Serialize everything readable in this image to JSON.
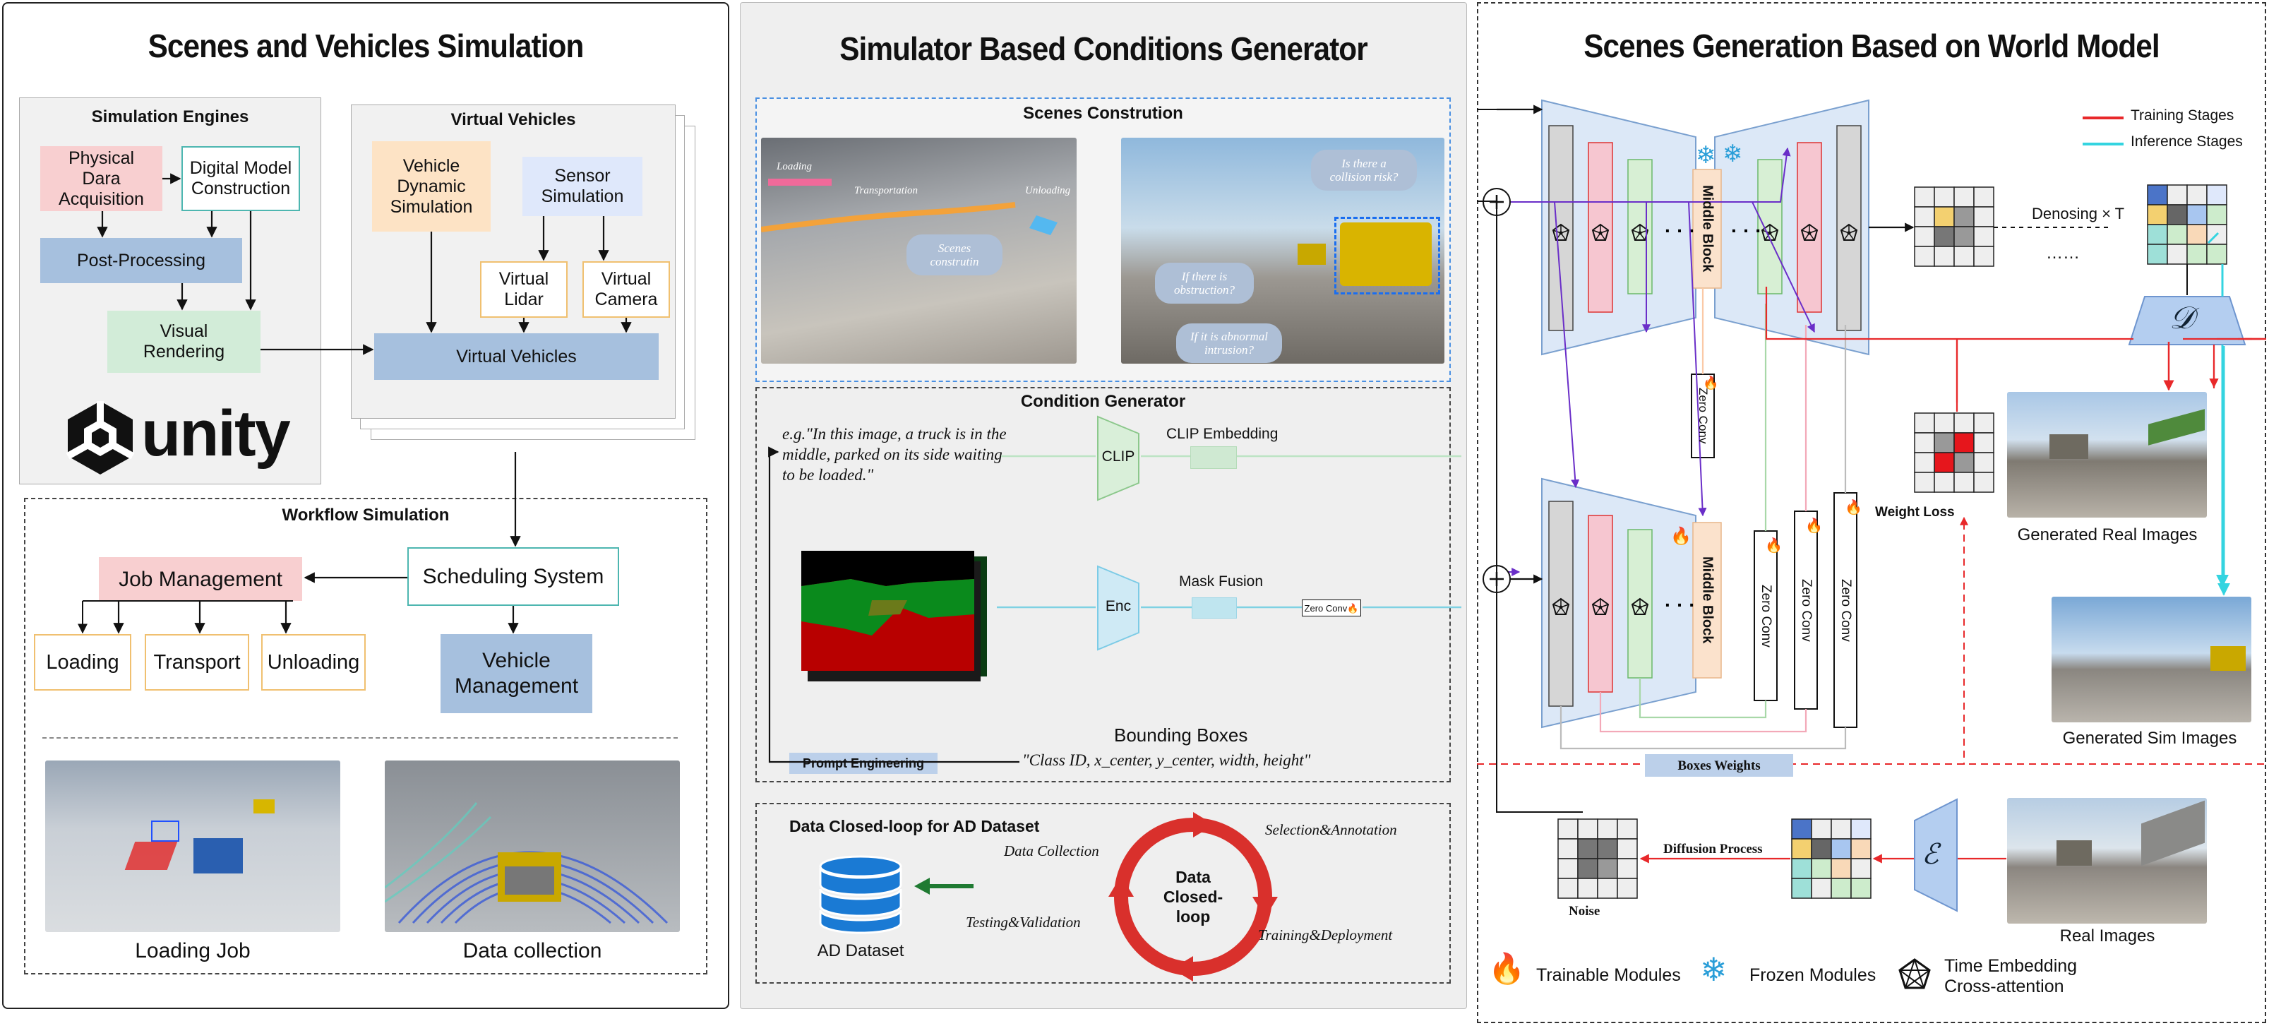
{
  "panel_left": {
    "title": "Scenes and Vehicles Simulation",
    "engines": {
      "label": "Simulation Engines",
      "physical": "Physical Dara Acquisition",
      "digital": "Digital Model Construction",
      "post": "Post-Processing",
      "visual": "Visual Rendering",
      "logo": "unity"
    },
    "virtual": {
      "label": "Virtual Vehicles",
      "dynamic": "Vehicle Dynamic Simulation",
      "sensor": "Sensor Simulation",
      "lidar": "Virtual Lidar",
      "camera": "Virtual Camera",
      "vehicles": "Virtual Vehicles"
    },
    "workflow": {
      "label": "Workflow Simulation",
      "scheduling": "Scheduling System",
      "job": "Job Management",
      "loading": "Loading",
      "transport": "Transport",
      "unloading": "Unloading",
      "vehicle_mgmt": "Vehicle Management",
      "caption_loading": "Loading Job",
      "caption_data": "Data collection"
    }
  },
  "panel_mid": {
    "title": "Simulator Based Conditions Generator",
    "scenes": {
      "label": "Scenes Constrution",
      "tag_loading": "Loading",
      "tag_transport": "Transportation",
      "tag_unloading": "Unloading",
      "bubble_construction": "Scenes construtin",
      "bubble_collision": "Is there a collision risk?",
      "bubble_obstruction": "If there is obstruction?",
      "bubble_intrusion": "If it is abnormal intrusion?"
    },
    "condition": {
      "label": "Condition Generator",
      "prompt": "e.g.\"In this image, a truck is in the middle, parked on its side waiting to be loaded.\"",
      "clip": "CLIP",
      "clip_embedding": "CLIP Embedding",
      "enc": "Enc",
      "mask_fusion": "Mask Fusion",
      "zero_conv": "Zero Conv",
      "bbox_title": "Bounding Boxes",
      "bbox_format": "\"Class ID, x_center, y_center, width, height\"",
      "prompt_eng": "Prompt Engineering"
    },
    "closed_loop": {
      "label": "Data Closed-loop for AD Dataset",
      "dataset": "AD Dataset",
      "center": "Data Closed-loop",
      "collection": "Data Collection",
      "selection": "Selection&Annotation",
      "testing": "Testing&Validation",
      "training": "Training&Deployment"
    }
  },
  "panel_right": {
    "title": "Scenes Generation Based on World Model",
    "legend_training": "Training Stages",
    "legend_inference": "Inference Stages",
    "middle_block": "Middle Block",
    "zero_conv": "Zero Conv",
    "denoising": "Denosing × T",
    "dots": "……",
    "decoder": "𝒟",
    "encoder": "ℰ",
    "weight_loss": "Weight Loss",
    "boxes_weights": "Boxes Weights",
    "diffusion": "Diffusion Process",
    "noise": "Noise",
    "generated_real": "Generated Real Images",
    "generated_sim": "Generated Sim Images",
    "real_images": "Real Images",
    "legend_trainable": "Trainable Modules",
    "legend_frozen": "Frozen Modules",
    "legend_time": "Time Embedding Cross-attention"
  },
  "colors": {
    "training": "#e8282a",
    "inference": "#34d4e0",
    "unet_fill": "#dce8f7",
    "unet_stroke": "#7aa0cf",
    "middle_fill": "#fbe2cc"
  }
}
